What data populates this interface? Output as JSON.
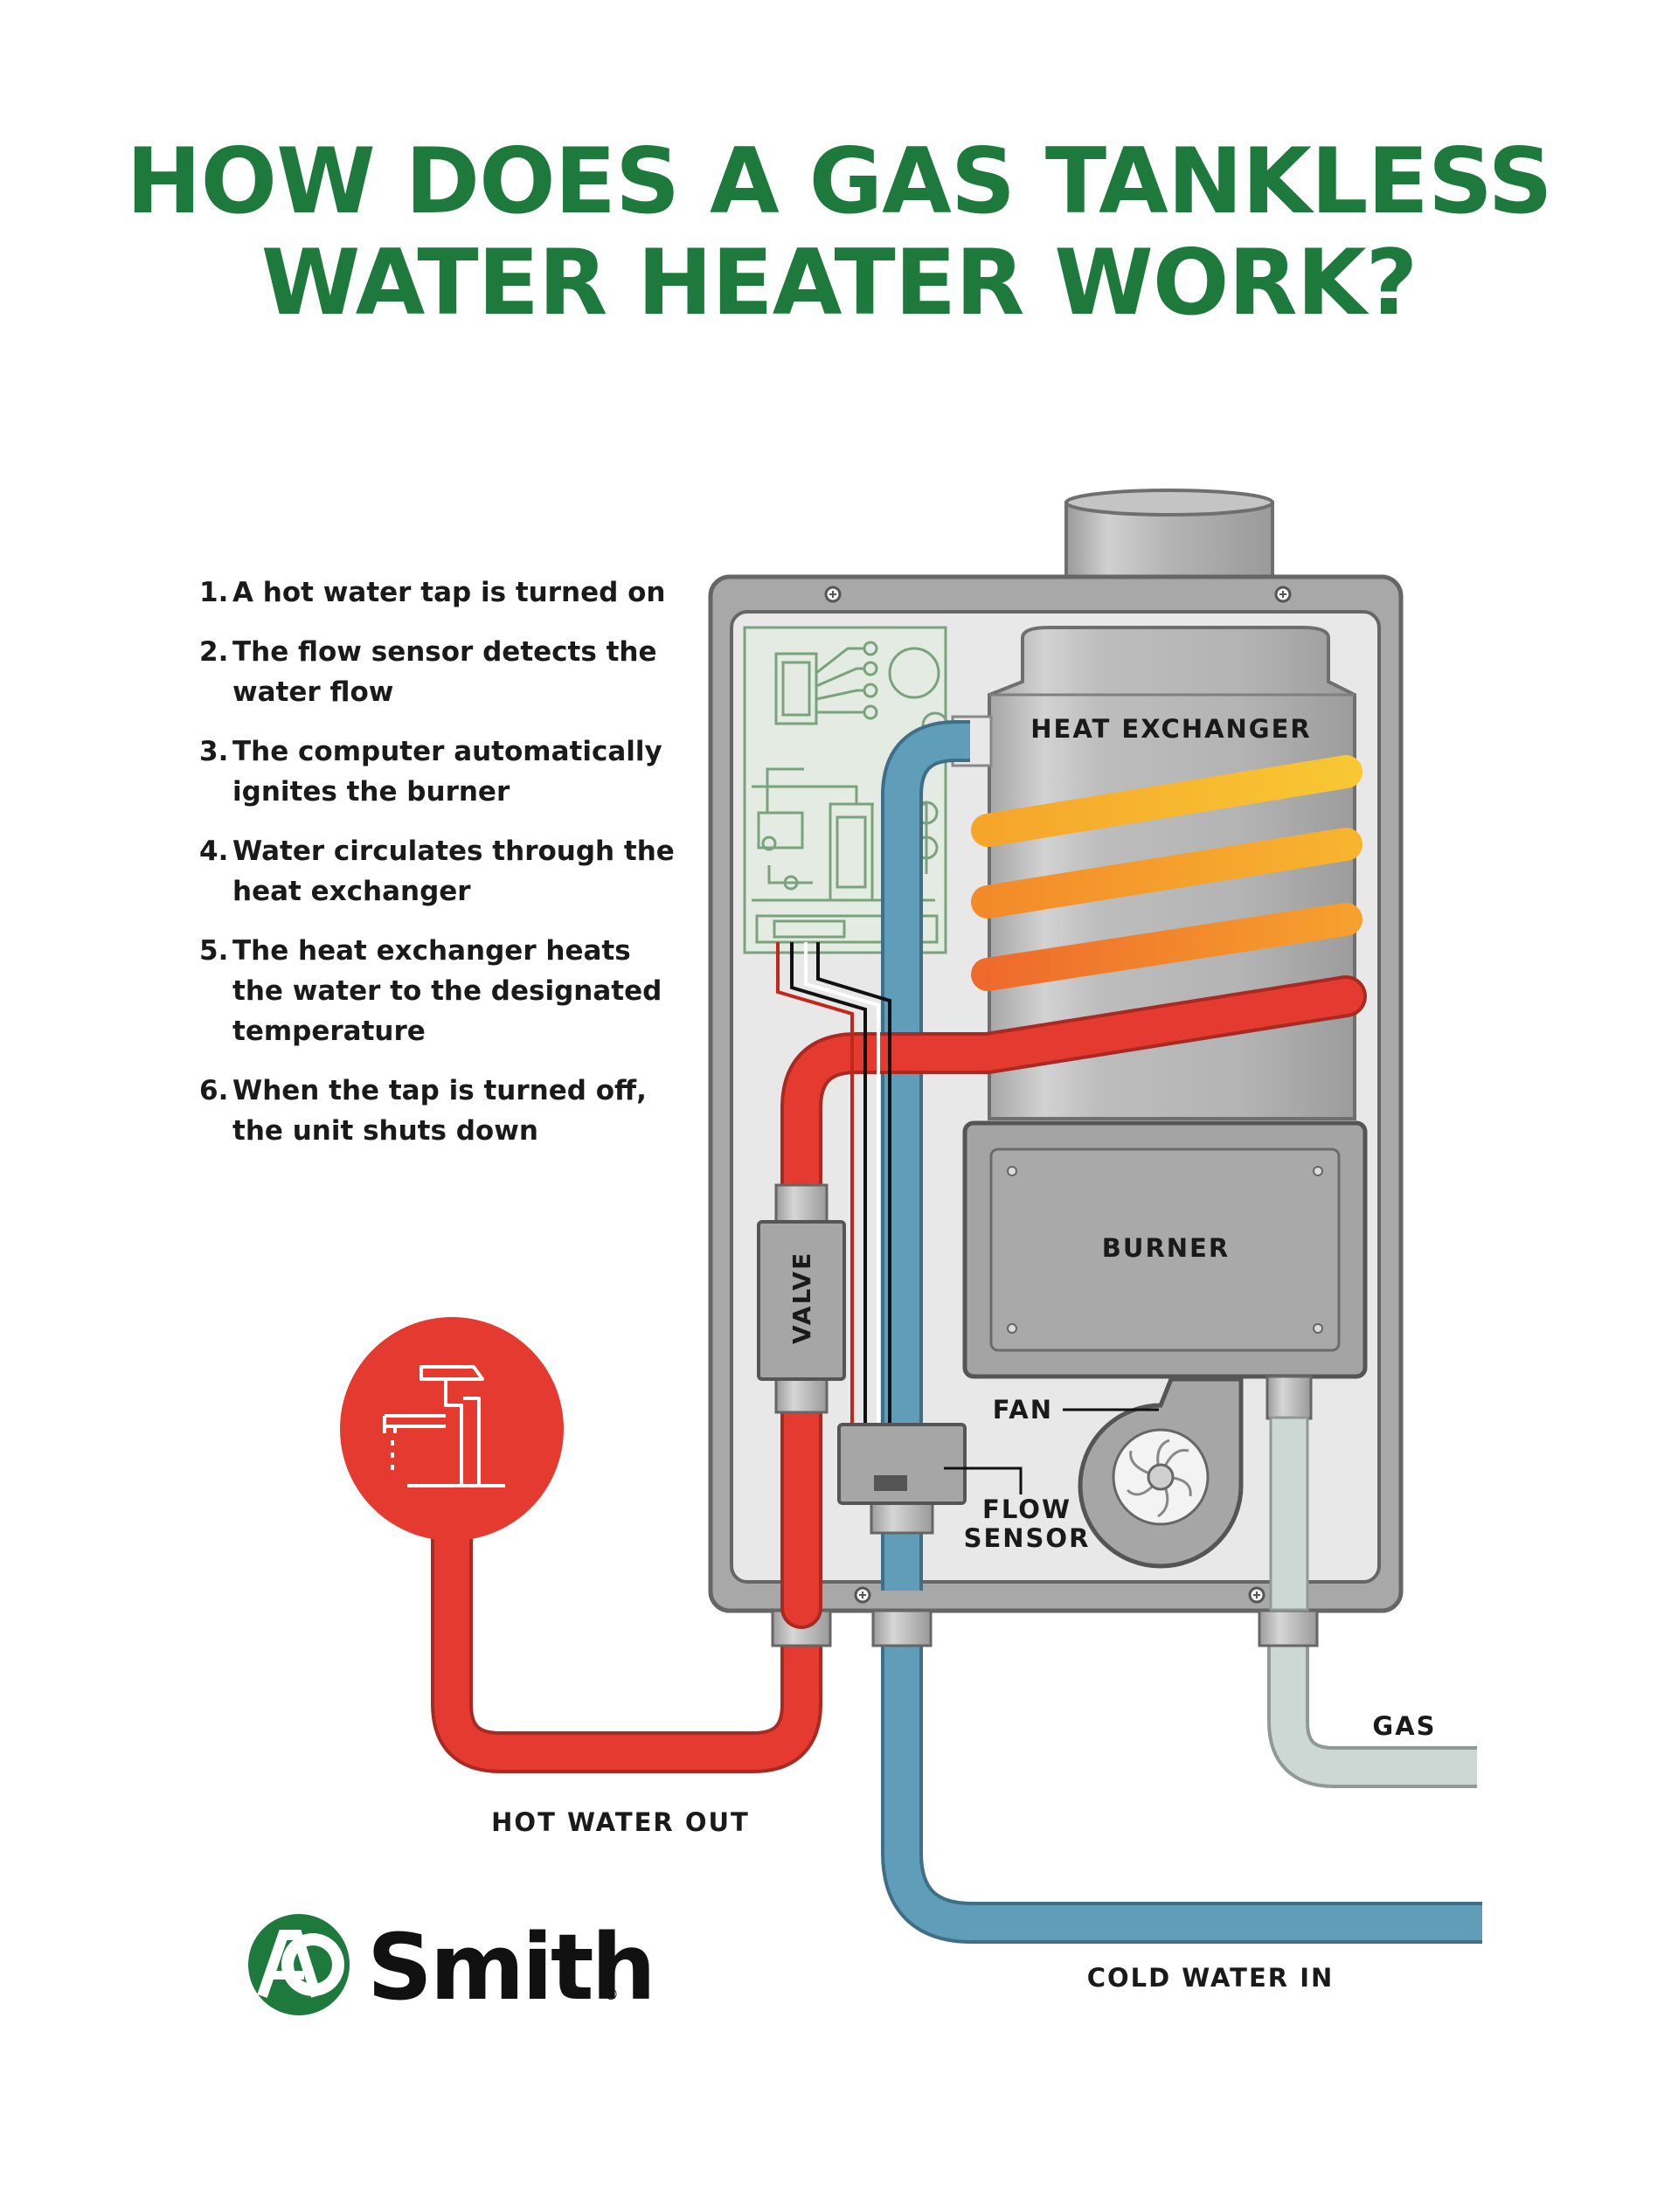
{
  "title": {
    "line1": "HOW DOES A GAS TANKLESS",
    "line2": "WATER HEATER WORK?"
  },
  "steps": [
    {
      "num": "1.",
      "text": "A hot water tap is turned on"
    },
    {
      "num": "2.",
      "text": "The flow sensor detects the water flow"
    },
    {
      "num": "3.",
      "text": "The computer automatically ignites the burner"
    },
    {
      "num": "4.",
      "text": "Water circulates through the heat exchanger"
    },
    {
      "num": "5.",
      "text": "The heat exchanger heats the water to the designated temperature"
    },
    {
      "num": "6.",
      "text": "When the tap is turned off, the unit shuts down"
    }
  ],
  "labels": {
    "heat_exchanger": "HEAT EXCHANGER",
    "burner": "BURNER",
    "valve": "VALVE",
    "fan": "FAN",
    "flow_sensor_line1": "FLOW",
    "flow_sensor_line2": "SENSOR",
    "gas": "GAS",
    "hot_water_out": "HOT WATER OUT",
    "cold_water_in": "COLD WATER IN"
  },
  "logo": {
    "mark": "AO",
    "name": "Smith",
    "registered": "®"
  },
  "colors": {
    "brand_green": "#1d7a3c",
    "hot_pipe": "#e53a2f",
    "cold_pipe": "#5f9db8",
    "gas_pipe": "#c9d6d2",
    "unit_frame": "#a8a8a8",
    "coil_orange": "#f6a623"
  }
}
